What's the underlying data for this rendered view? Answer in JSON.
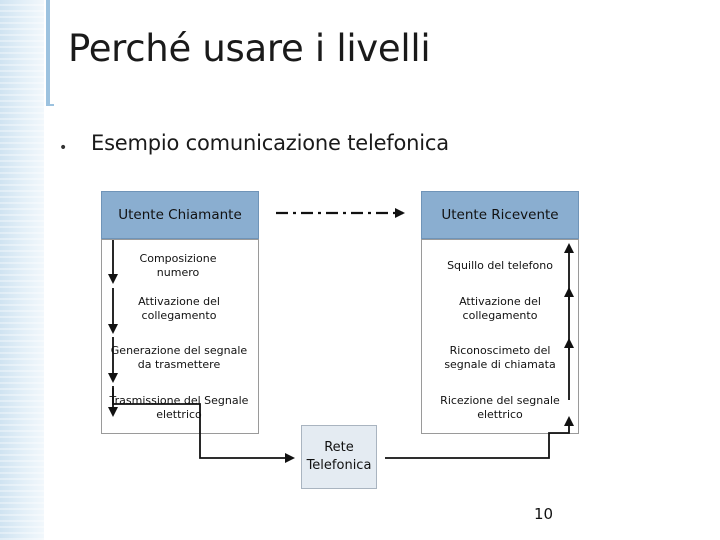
{
  "slide": {
    "title": "Perché usare i livelli",
    "bullet": "Esempio comunicazione telefonica",
    "page_number": "10"
  },
  "diagram": {
    "caller": {
      "header": "Utente Chiamante",
      "steps": [
        "Composizione numero",
        "Attivazione del collegamento",
        "Generazione del segnale da trasmettere",
        "Trasmissione del Segnale elettrico"
      ]
    },
    "receiver": {
      "header": "Utente Ricevente",
      "steps": [
        "Squillo del telefono",
        "Attivazione del collegamento",
        "Riconoscimeto del segnale di chiamata",
        "Ricezione del segnale elettrico"
      ]
    },
    "network": {
      "label": "Rete Telefonica"
    }
  },
  "colors": {
    "header_fill": "#8aaed0",
    "network_fill": "#e4ebf2",
    "side_band": "#cfe3f1",
    "arrow": "#111111"
  }
}
